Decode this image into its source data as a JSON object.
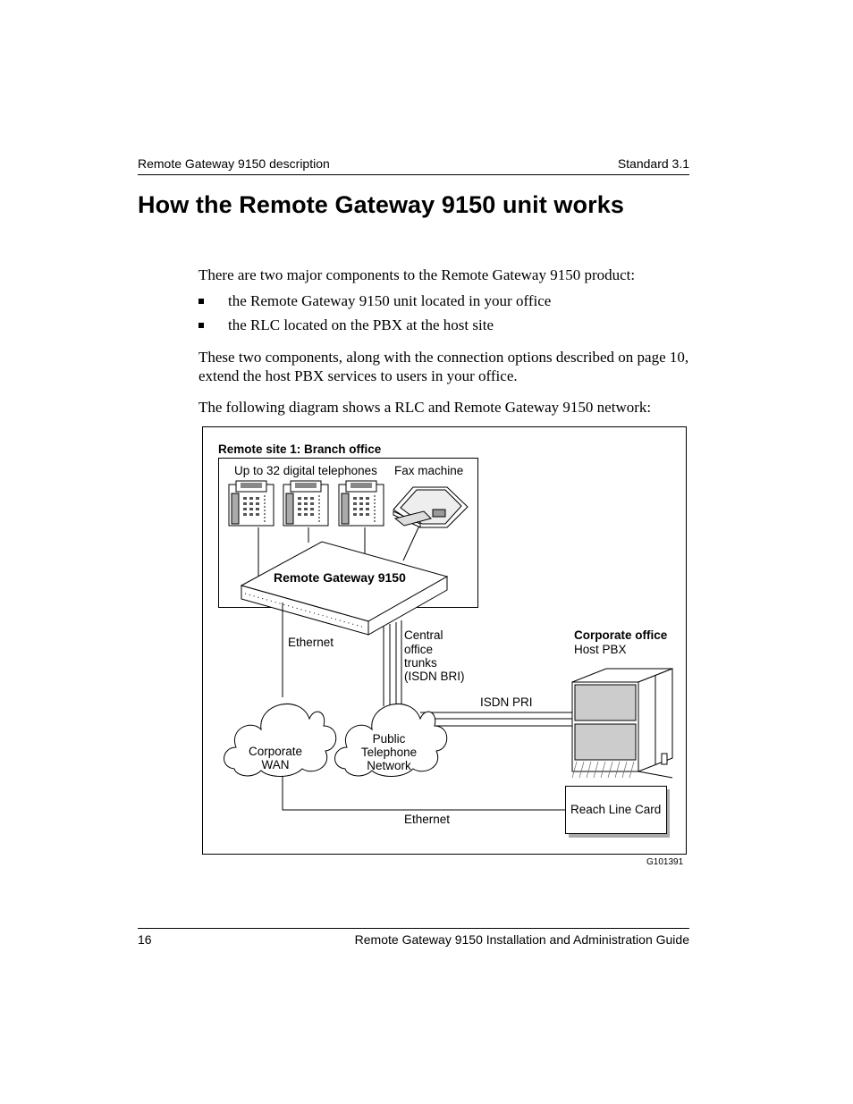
{
  "header": {
    "left": "Remote Gateway 9150 description",
    "right": "Standard 3.1"
  },
  "title": "How the Remote Gateway 9150 unit works",
  "intro": "There are two major components to the Remote Gateway 9150 product:",
  "bullets": [
    "the Remote Gateway 9150 unit located in your office",
    "the RLC located on the PBX at the host site"
  ],
  "para2": "These two components, along with the connection options described on page 10, extend the host PBX services to users in your office.",
  "para3": "The following diagram shows a RLC and Remote Gateway 9150 network:",
  "diagram": {
    "site_title": "Remote site 1: Branch office",
    "phones_label": "Up to 32 digital telephones",
    "fax_label": "Fax machine",
    "gateway_label": "Remote Gateway 9150",
    "ethernet_top": "Ethernet",
    "trunks_label": [
      "Central",
      "office",
      "trunks",
      "(ISDN BRI)"
    ],
    "corp_office_title": "Corporate office",
    "corp_office_sub": "Host PBX",
    "isdn_pri": "ISDN PRI",
    "wan_label": [
      "Corporate",
      "WAN"
    ],
    "ptn_label": [
      "Public",
      "Telephone",
      "Network"
    ],
    "reach_line_card": "Reach Line Card",
    "ethernet_bottom": "Ethernet",
    "figure_id": "G101391"
  },
  "footer": {
    "page": "16",
    "title": "Remote Gateway 9150 Installation and Administration Guide"
  }
}
